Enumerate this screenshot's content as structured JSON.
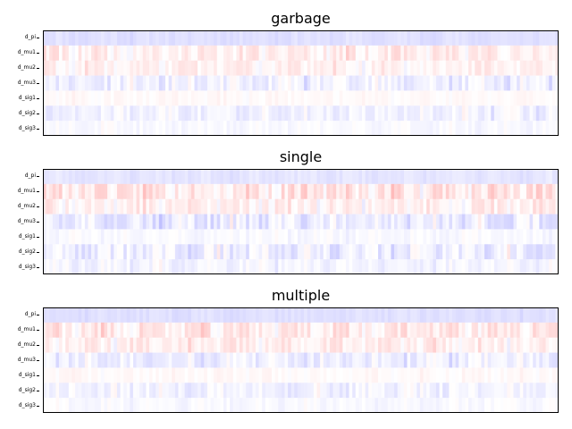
{
  "chart_data": [
    {
      "type": "heatmap",
      "title": "garbage",
      "rows": [
        "d_pi",
        "d_mu1",
        "d_mu2",
        "d_mu3",
        "d_sig1",
        "d_sig2",
        "d_sig3"
      ],
      "colormap": "bwr",
      "x_ticks_visible": false,
      "row_profiles": [
        -0.12,
        0.06,
        0.05,
        -0.06,
        0.02,
        -0.05,
        -0.02
      ],
      "row_contrast": [
        0.05,
        0.16,
        0.12,
        0.14,
        0.05,
        0.12,
        0.06
      ],
      "seed": 11
    },
    {
      "type": "heatmap",
      "title": "single",
      "rows": [
        "d_pi",
        "d_mu1",
        "d_mu2",
        "d_mu3",
        "d_sig1",
        "d_sig2",
        "d_sig3"
      ],
      "colormap": "bwr",
      "x_ticks_visible": false,
      "row_profiles": [
        -0.1,
        0.1,
        0.06,
        -0.08,
        -0.02,
        -0.07,
        -0.04
      ],
      "row_contrast": [
        0.05,
        0.2,
        0.16,
        0.18,
        0.06,
        0.18,
        0.1
      ],
      "seed": 23
    },
    {
      "type": "heatmap",
      "title": "multiple",
      "rows": [
        "d_pi",
        "d_mu1",
        "d_mu2",
        "d_mu3",
        "d_sig1",
        "d_sig2",
        "d_sig3"
      ],
      "colormap": "bwr",
      "x_ticks_visible": false,
      "row_profiles": [
        -0.12,
        0.08,
        0.06,
        -0.06,
        0.02,
        -0.05,
        -0.02
      ],
      "row_contrast": [
        0.05,
        0.18,
        0.14,
        0.14,
        0.05,
        0.12,
        0.06
      ],
      "seed": 37
    }
  ],
  "colors": {
    "positive": "#ff0000",
    "negative": "#0000ff",
    "neutral": "#ffffff"
  }
}
